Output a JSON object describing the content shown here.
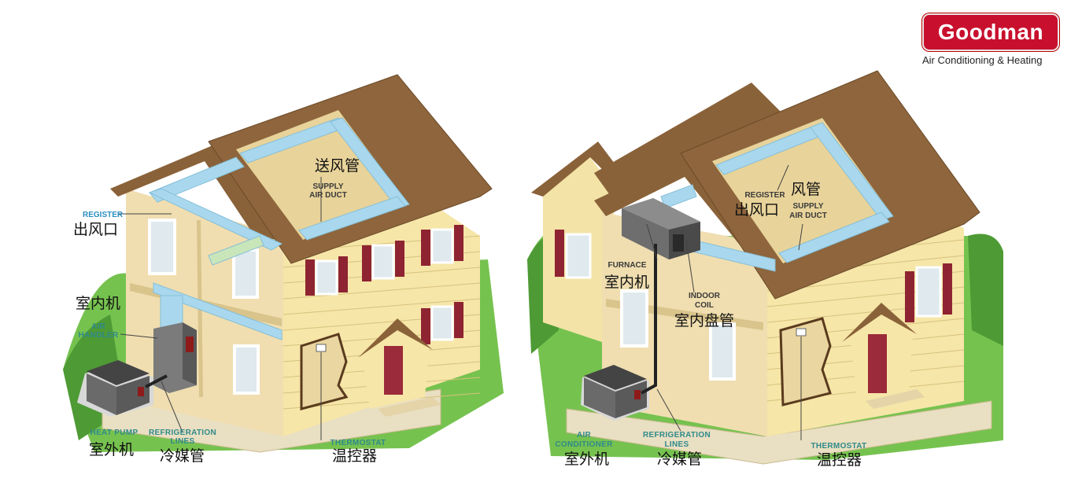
{
  "brand": {
    "name": "Goodman",
    "tagline": "Air Conditioning & Heating"
  },
  "left_house": {
    "supply_duct_en_1": "SUPPLY",
    "supply_duct_en_2": "AIR DUCT",
    "supply_duct_zh": "送风管",
    "register_en": "REGISTER",
    "register_zh": "出风口",
    "air_handler_en_1": "AIR",
    "air_handler_en_2": "HANDLER",
    "air_handler_zh": "室内机",
    "heat_pump_en": "HEAT PUMP",
    "heat_pump_zh": "室外机",
    "refrigeration_en_1": "REFRIGERATION",
    "refrigeration_en_2": "LINES",
    "refrigeration_zh": "冷媒管",
    "thermostat_en": "THERMOSTAT",
    "thermostat_zh": "温控器"
  },
  "right_house": {
    "register_en": "REGISTER",
    "register_zh": "出风口",
    "supply_duct_en_1": "SUPPLY",
    "supply_duct_en_2": "AIR DUCT",
    "supply_duct_zh": "风管",
    "furnace_en": "FURNACE",
    "furnace_zh": "室内机",
    "indoor_coil_en_1": "INDOOR",
    "indoor_coil_en_2": "COIL",
    "indoor_coil_zh": "室内盘管",
    "air_conditioner_en_1": "AIR",
    "air_conditioner_en_2": "CONDITIONER",
    "air_conditioner_zh": "室外机",
    "refrigeration_en_1": "REFRIGERATION",
    "refrigeration_en_2": "LINES",
    "refrigeration_zh": "冷媒管",
    "thermostat_en": "THERMOSTAT",
    "thermostat_zh": "温控器"
  },
  "colors": {
    "roof": "#8a6239",
    "siding": "#f3e3a6",
    "duct": "#a9d8ee",
    "shutter": "#8e2432",
    "grass": "#6fbf4a",
    "logo_red": "#c8102e"
  }
}
